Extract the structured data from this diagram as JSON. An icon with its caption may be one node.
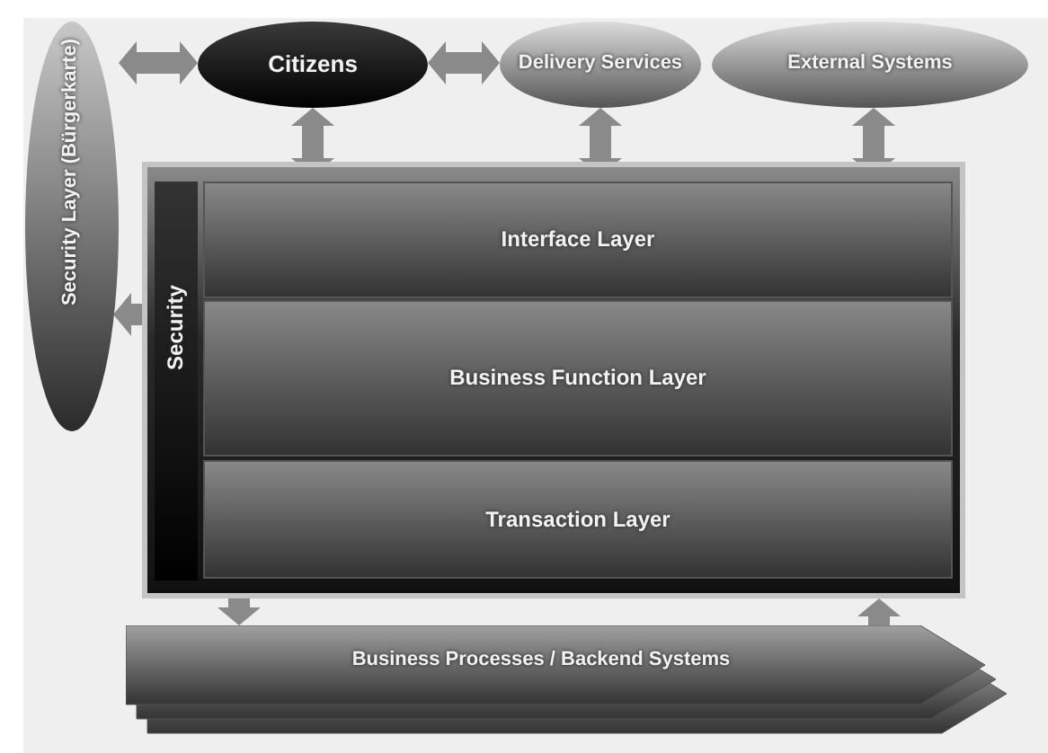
{
  "diagram": {
    "nodes": [
      {
        "text": [
          "Security Layer (Bürgerkarte)"
        ]
      },
      {
        "text": [
          "Citizens"
        ]
      },
      {
        "text": [
          "Delivery Services"
        ]
      },
      {
        "text": [
          "External Systems"
        ]
      },
      {
        "text": [],
        "shape": "box"
      },
      {
        "text": [
          "Security"
        ],
        "in": 4
      },
      {
        "text": [
          "Interface Layer"
        ],
        "in": 4
      },
      {
        "text": [
          "Business Function Layer"
        ],
        "in": 4
      },
      {
        "text": [
          "Transaction Layer"
        ],
        "in": 4
      },
      {
        "text": [
          "Business Processes / Backend Systems"
        ]
      }
    ],
    "edges": [
      {
        "from": 0,
        "to": 1,
        "arrow": "both"
      },
      {
        "from": 1,
        "to": 2,
        "arrow": "both"
      },
      {
        "from": 1,
        "to": 6,
        "arrow": "both"
      },
      {
        "from": 2,
        "to": 6,
        "arrow": "both"
      },
      {
        "from": 3,
        "to": 6,
        "arrow": "both"
      },
      {
        "from": 5,
        "to": 0,
        "arrow": "to"
      },
      {
        "from": 4,
        "to": 9,
        "arrow": "to"
      },
      {
        "from": 9,
        "to": 4,
        "arrow": "to"
      }
    ]
  }
}
